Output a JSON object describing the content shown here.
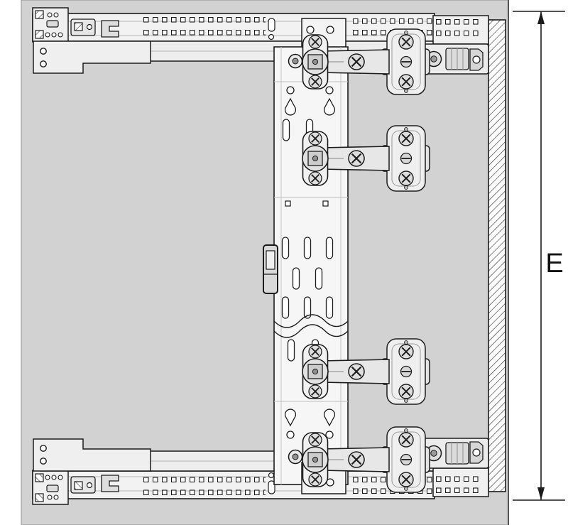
{
  "diagram": {
    "dimension": {
      "label": "E"
    },
    "colors": {
      "background": "#ffffff",
      "panel": "#d2d2d2",
      "hardware_light": "#f2f2f2",
      "hardware_mid": "#dcdcdc",
      "line": "#1c1c1c"
    },
    "components": [
      "top-drawer-slide",
      "bottom-drawer-slide",
      "vertical-mounting-rail",
      "hinge-top",
      "hinge-upper-middle",
      "hinge-lower-middle",
      "hinge-bottom",
      "door-panel-cross-section",
      "height-dimension-E"
    ]
  }
}
